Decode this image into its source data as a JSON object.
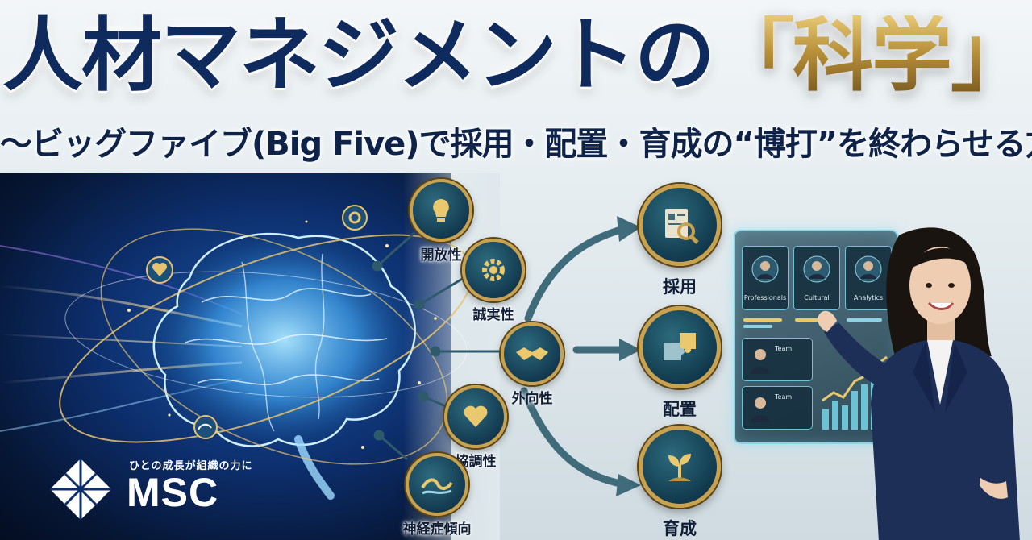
{
  "title": {
    "main": "人材マネジメントの",
    "highlight": "「科学」"
  },
  "subtitle": "〜ビッグファイブ(Big Five)で採用・配置・育成の“博打”を終わらせる方法",
  "traits": [
    {
      "label": "開放性",
      "icon": "lightbulb-icon"
    },
    {
      "label": "誠実性",
      "icon": "gear-icon"
    },
    {
      "label": "外向性",
      "icon": "handshake-icon"
    },
    {
      "label": "協調性",
      "icon": "heart-icon"
    },
    {
      "label": "神経症傾向",
      "icon": "wave-icon"
    }
  ],
  "outcomes": [
    {
      "label": "採用",
      "icon": "resume-search-icon"
    },
    {
      "label": "配置",
      "icon": "puzzle-icon"
    },
    {
      "label": "育成",
      "icon": "sprout-icon"
    }
  ],
  "dashboard": {
    "cards_top": [
      "Professionals",
      "Cultural",
      "Analytics"
    ],
    "cards_left": [
      "Team",
      "Team"
    ]
  },
  "logo": {
    "tagline": "ひとの成長が組織の力に",
    "name": "MSC"
  },
  "colors": {
    "navy": "#0f2a5c",
    "gold": "#c9a24f",
    "teal": "#133a50",
    "glow": "#8fd3e3"
  }
}
